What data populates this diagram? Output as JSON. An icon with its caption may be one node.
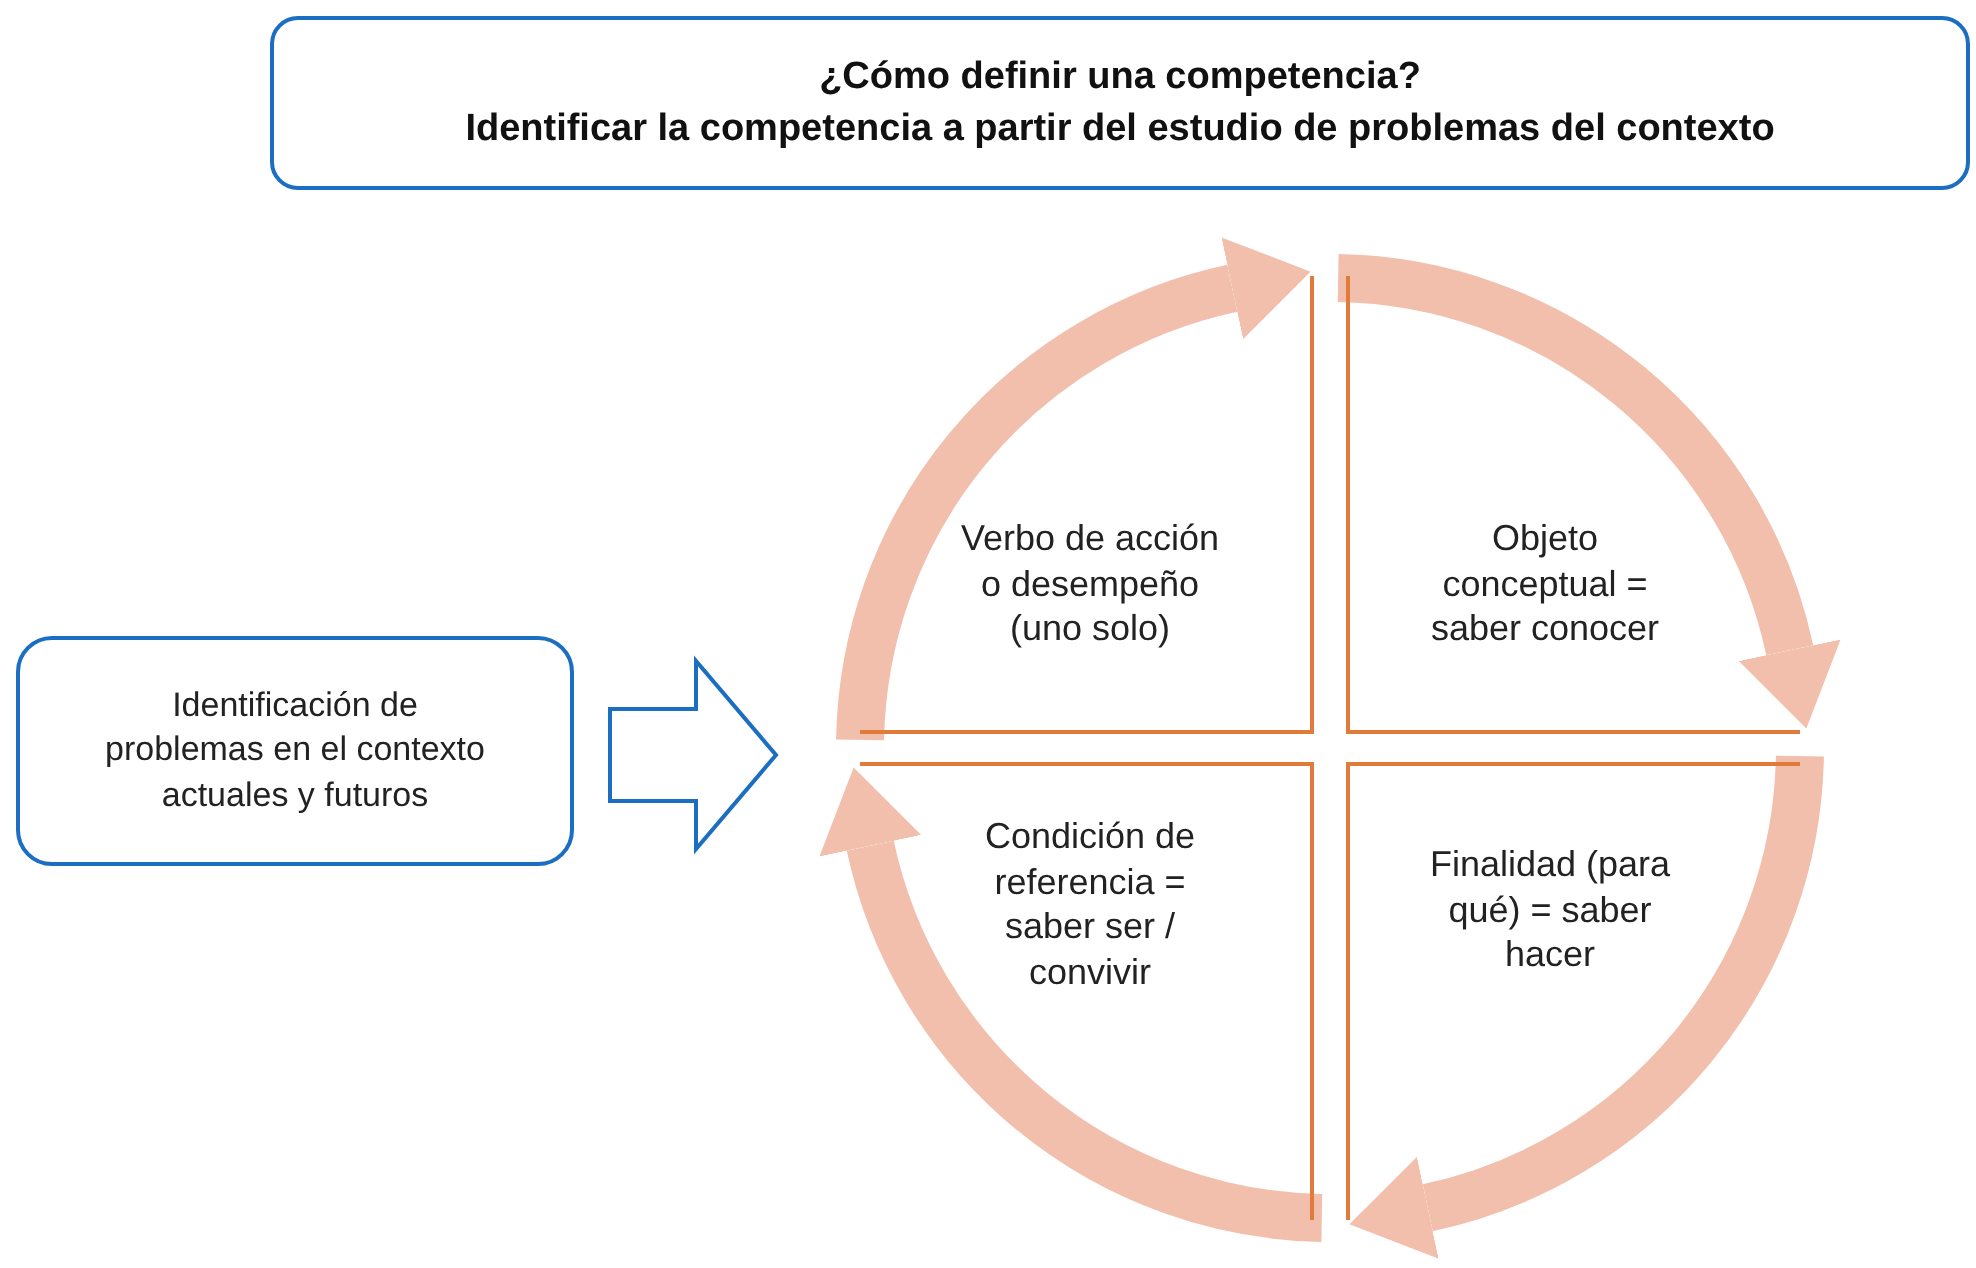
{
  "diagram": {
    "nodes": [
      {
        "text": [
          "¿Cómo definir una competencia?",
          "Identificar la competencia a partir del estudio de problemas del contexto"
        ]
      },
      {
        "text": [
          "Identificación de problemas en el contexto actuales y futuros"
        ]
      },
      {
        "text": [
          "Verbo de acción o desempeño (uno solo)"
        ]
      },
      {
        "text": [
          "Objeto conceptual = saber conocer"
        ]
      },
      {
        "text": [
          "Condición de referencia = saber ser / convivir"
        ]
      },
      {
        "text": [
          "Finalidad (para qué) = saber hacer"
        ]
      }
    ],
    "edges": [
      {
        "from": 1,
        "to": null,
        "arrow": "to",
        "color": "#1b6ec2"
      },
      {
        "from": 2,
        "to": 3,
        "arrow": "to"
      },
      {
        "from": 3,
        "to": 5,
        "arrow": "to"
      },
      {
        "from": 5,
        "to": 4,
        "arrow": "to"
      },
      {
        "from": 4,
        "to": 2,
        "arrow": "to"
      }
    ]
  }
}
